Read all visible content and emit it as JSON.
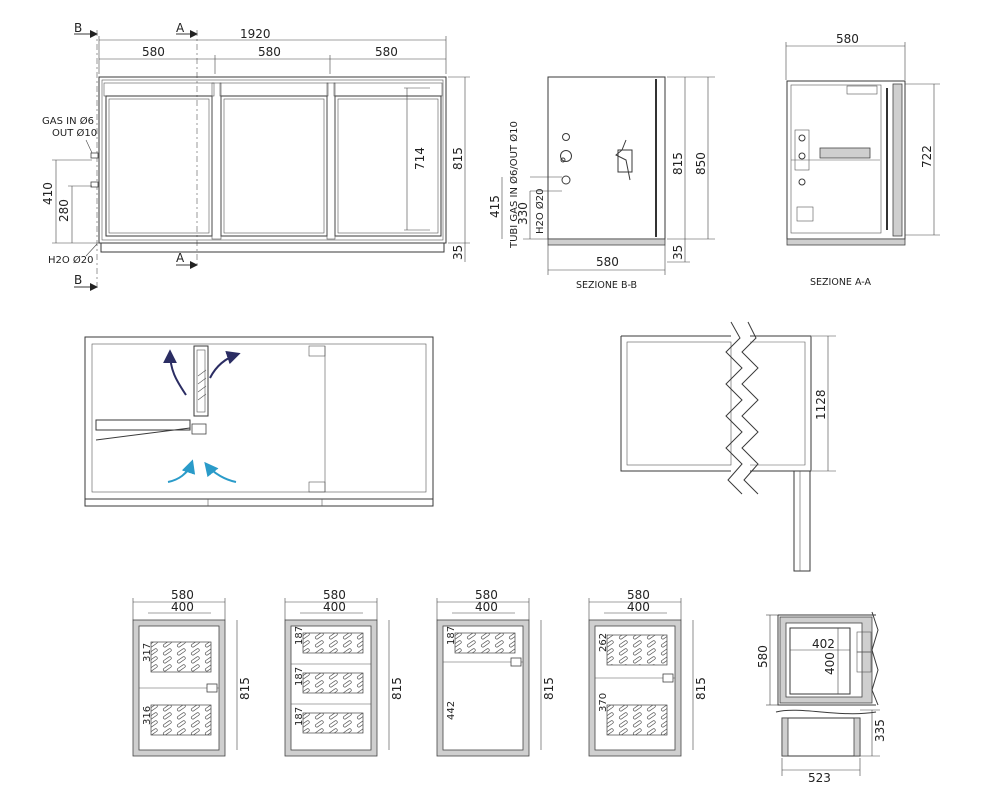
{
  "colors": {
    "line": "#3a3a3a",
    "panel": "#cfcfcf",
    "arrow_dark": "#2b2d63",
    "arrow_light": "#2a9bc9"
  },
  "front": {
    "section_b": "B",
    "section_a": "A",
    "total_width": "1920",
    "module_widths": [
      "580",
      "580",
      "580"
    ],
    "inner_height": "714",
    "height": "815",
    "base": "35",
    "gas_label_1": "GAS IN Ø6",
    "gas_label_2": "OUT Ø10",
    "h410": "410",
    "h280": "280",
    "h2o": "H2O Ø20"
  },
  "section_bb": {
    "tubi_label": "TUBI GAS IN Ø6/OUT Ø10",
    "h2o_label": "H2O Ø20",
    "h415": "415",
    "h330": "330",
    "h815": "815",
    "h850": "850",
    "base": "35",
    "width": "580",
    "caption": "SEZIONE B-B"
  },
  "section_aa": {
    "width": "580",
    "h722": "722",
    "caption": "SEZIONE A-A"
  },
  "side_view": {
    "length": "1128"
  },
  "drawer_configs": [
    {
      "outer": "580",
      "inner": "400",
      "height": "815",
      "labels": [
        "317",
        "316"
      ]
    },
    {
      "outer": "580",
      "inner": "400",
      "height": "815",
      "labels": [
        "187",
        "187",
        "187"
      ]
    },
    {
      "outer": "580",
      "inner": "400",
      "height": "815",
      "labels": [
        "187",
        "442"
      ]
    },
    {
      "outer": "580",
      "inner": "400",
      "height": "815",
      "labels": [
        "262",
        "370"
      ]
    }
  ],
  "drawer_detail": {
    "h580": "580",
    "w402": "402",
    "h400": "400",
    "h335": "335",
    "w523": "523"
  }
}
